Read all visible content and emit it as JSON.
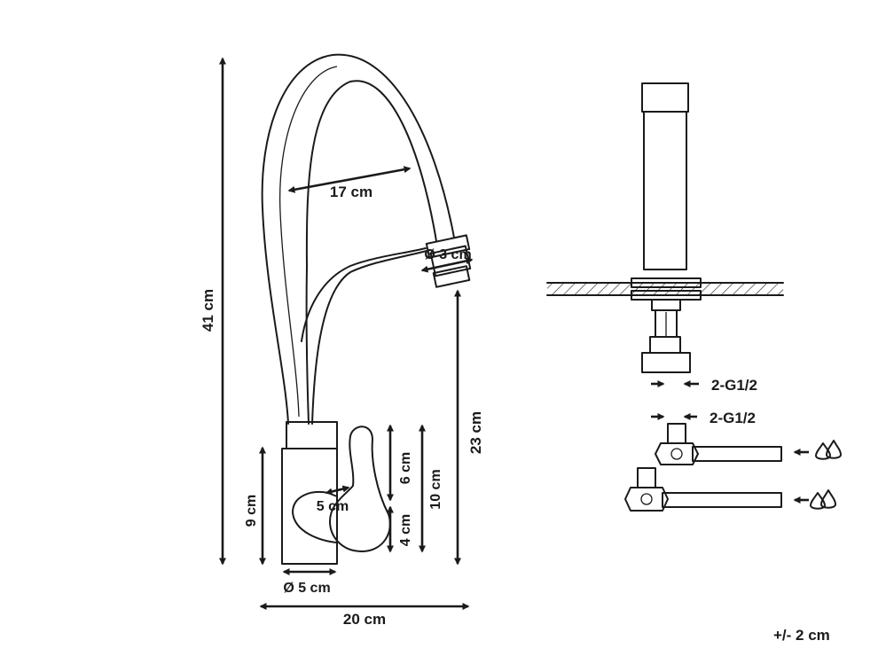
{
  "diagram": {
    "dimensions": {
      "height_total": "41 cm",
      "spout_reach": "17 cm",
      "head_diameter": "Ø 3 cm",
      "spout_height": "23 cm",
      "base_height": "9 cm",
      "handle_length": "5 cm",
      "lever_height": "6 cm",
      "lever_lower": "4 cm",
      "lever_total": "10 cm",
      "base_diameter": "Ø 5 cm",
      "width_total": "20 cm"
    },
    "connections": {
      "thread_top": "2-G1/2",
      "thread_hose": "2-G1/2"
    },
    "tolerance": "+/- 2 cm"
  }
}
